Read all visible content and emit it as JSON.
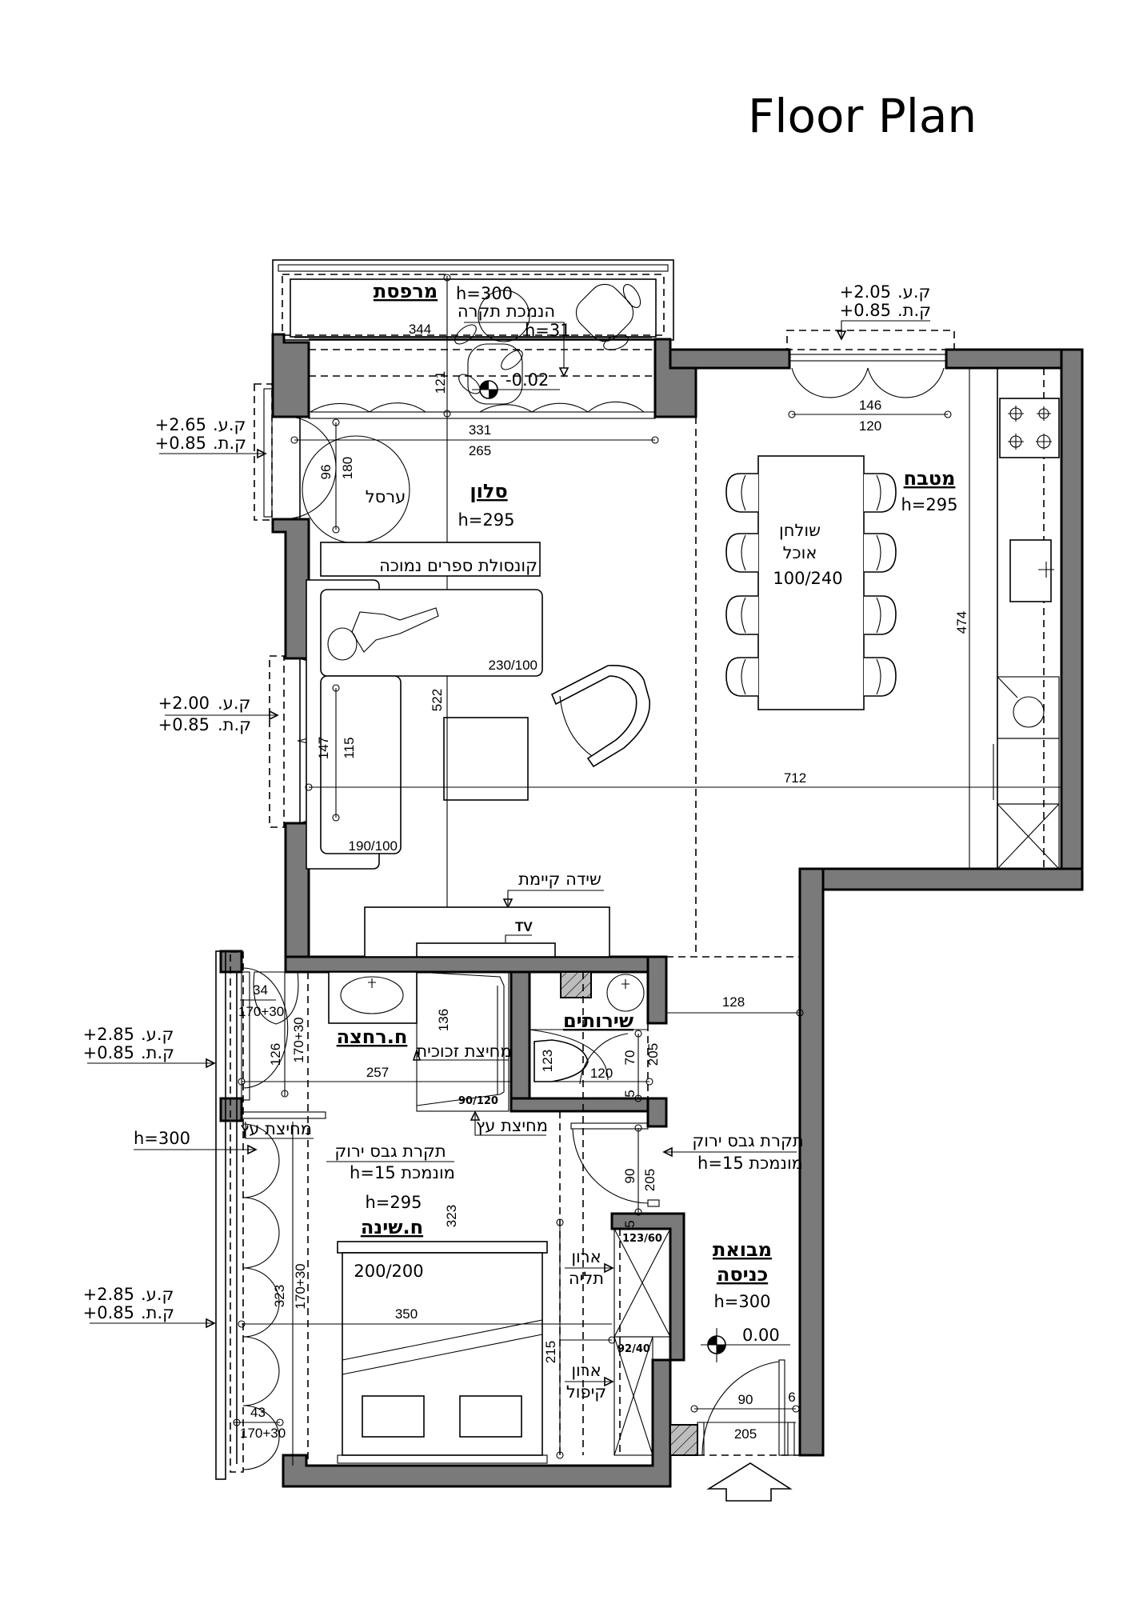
{
  "title": "Floor Plan",
  "colors": {
    "wall_fill": "#7a7a7a",
    "line": "#000000",
    "background": "#ffffff",
    "hatch_fill": "#bdbdbd"
  },
  "rooms": {
    "balcony": {
      "name": "מרפסת",
      "height": "h=300"
    },
    "living": {
      "name": "סלון",
      "height": "h=295"
    },
    "kitchen": {
      "name": "מטבח",
      "height": "h=295"
    },
    "bathroom": {
      "name": "ח.רחצה"
    },
    "wc": {
      "name": "שירותים"
    },
    "bedroom": {
      "name": "ח.שינה",
      "height": "h=295"
    },
    "entrance": {
      "name_line1": "מבואת",
      "name_line2": "כניסה",
      "height": "h=300"
    }
  },
  "annotations": {
    "ceiling_drop": "הנמכת תקרה",
    "ceiling_drop_height": "h=31",
    "hammock": "ערסל",
    "low_bookshelf": "קונסולת ספרים נמוכה",
    "sofa_large": "230/100",
    "sofa_small": "190/100",
    "existing_sideboard": "שידה קיימת",
    "tv": "TV",
    "dining_table_line1": "שולחן",
    "dining_table_line2": "אוכל",
    "dining_table_size": "100/240",
    "glass_partition": "מחיצת זכוכית",
    "shower_size": "90/120",
    "wood_partition": "מחיצת עץ",
    "green_drywall_ceiling": "תקרת גבס ירוק",
    "lowered_h15": "מונמכת h=15",
    "bed_size": "200/200",
    "hanging_closet_line1": "ארון",
    "hanging_closet_line2": "תליה",
    "folding_closet_line1": "ארון",
    "folding_closet_line2": "קיפול",
    "closet_size_1": "123/60",
    "closet_size_2": "92/40",
    "window_height": "h=300"
  },
  "levels": {
    "balcony_floor": "-0.02",
    "entrance_floor": "0.00",
    "top_code": "ק.ע.",
    "bottom_code": "ק.ת.",
    "living_window_1": {
      "top": "+2.65",
      "bottom": "+0.85"
    },
    "living_window_2": {
      "top": "+2.00",
      "bottom": "+0.85"
    },
    "kitchen_window": {
      "top": "+2.05",
      "bottom": "+0.85"
    },
    "bath_window": {
      "top": "+2.85",
      "bottom": "+0.85"
    },
    "bedroom_window": {
      "top": "+2.85",
      "bottom": "+0.85"
    }
  },
  "dimensions": {
    "balcony_width": "344",
    "balcony_depth": "121",
    "living_width_1": "331",
    "living_width_2": "265",
    "hammock_96": "96",
    "hammock_180": "180",
    "living_length": "522",
    "window_147": "147",
    "window_115": "115",
    "overall_width": "712",
    "kitchen_window_146": "146",
    "kitchen_window_120": "120",
    "kitchen_length": "474",
    "corridor_128": "128",
    "bath_34": "34",
    "bath_170_30_a": "170+30",
    "bath_126": "126",
    "bath_170_30_b": "170+30",
    "shower_136": "136",
    "bath_width": "257",
    "wc_123": "123",
    "wc_120": "120",
    "wc_70": "70",
    "wc_205": "205",
    "wc_5": "5",
    "door_90": "90",
    "door_205": "205",
    "door_5": "5",
    "bedroom_323": "323",
    "bedroom_323_b": "323",
    "bedroom_170_30": "170+30",
    "bedroom_width": "350",
    "bed_215": "215",
    "bedroom_43": "43",
    "bedroom_170_30_b": "170+30",
    "entrance_90": "90",
    "entrance_205": "205",
    "entrance_6": "6"
  }
}
